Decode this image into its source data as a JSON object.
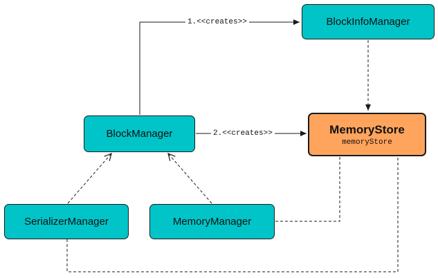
{
  "nodes": {
    "block_info_manager": {
      "label": "BlockInfoManager"
    },
    "block_manager": {
      "label": "BlockManager"
    },
    "memory_store": {
      "label": "MemoryStore",
      "sublabel": "memoryStore"
    },
    "serializer_manager": {
      "label": "SerializerManager"
    },
    "memory_manager": {
      "label": "MemoryManager"
    }
  },
  "edges": {
    "creates_block_info": "1.<<creates>>",
    "creates_memory_store": "2.<<creates>>"
  },
  "colors": {
    "node_fill": "#00c4c8",
    "highlight_fill": "#ffa45c",
    "line": "#1a1a1a"
  }
}
